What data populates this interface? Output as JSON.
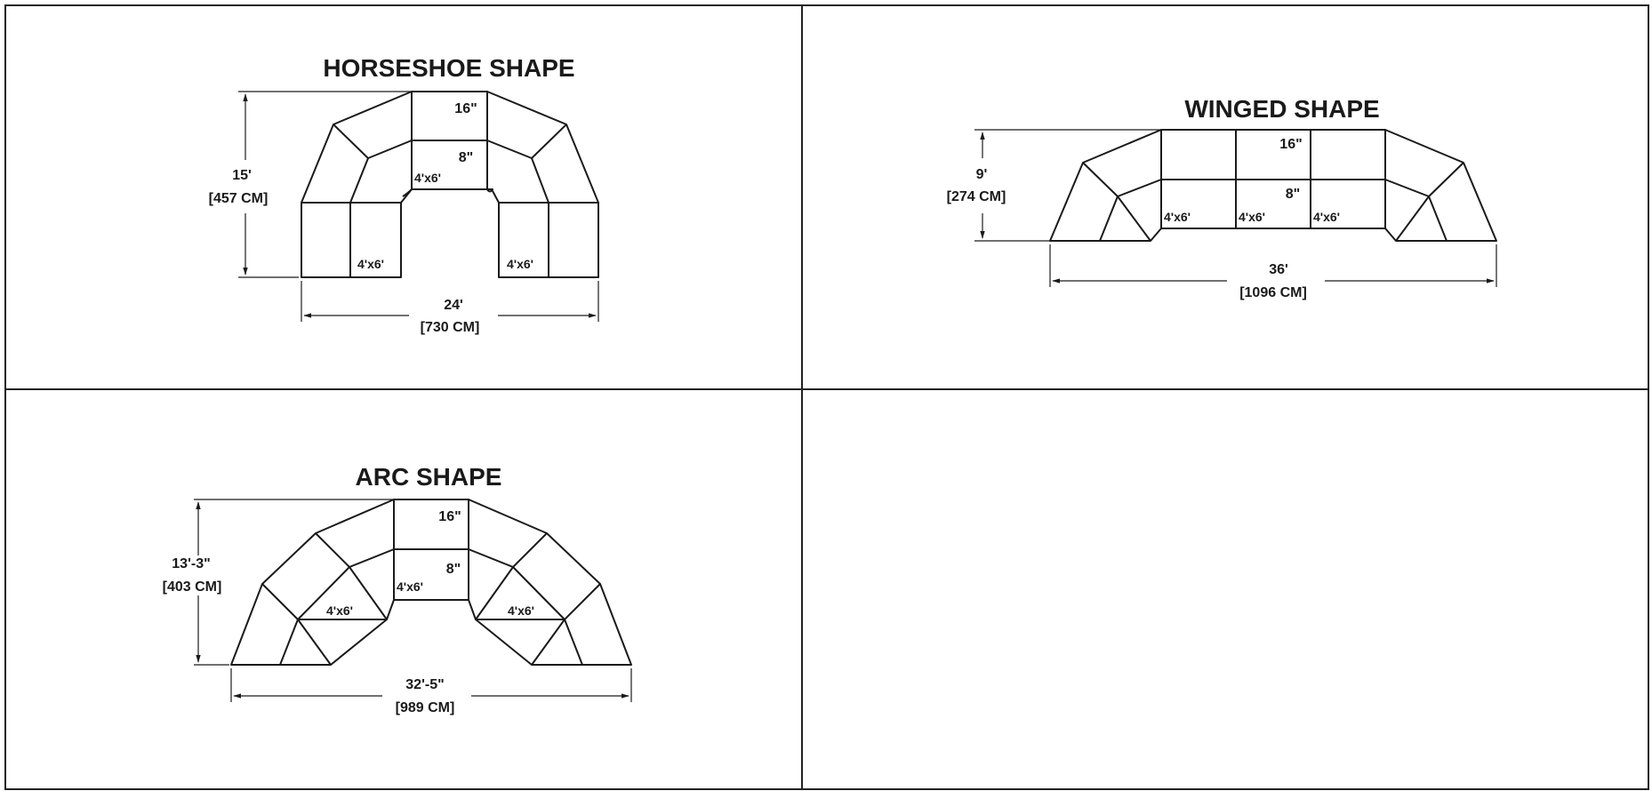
{
  "horseshoe": {
    "title": "HORSESHOE SHAPE",
    "riser_16": "16\"",
    "riser_8": "8\"",
    "deck_center": "4'x6'",
    "deck_left": "4'x6'",
    "deck_right": "4'x6'",
    "height_ft": "15'",
    "height_cm": "[457 CM]",
    "width_ft": "24'",
    "width_cm": "[730 CM]"
  },
  "winged": {
    "title": "WINGED SHAPE",
    "riser_16": "16\"",
    "riser_8": "8\"",
    "deck_1": "4'x6'",
    "deck_2": "4'x6'",
    "deck_3": "4'x6'",
    "height_ft": "9'",
    "height_cm": "[274 CM]",
    "width_ft": "36'",
    "width_cm": "[1096 CM]"
  },
  "arc": {
    "title": "ARC SHAPE",
    "riser_16": "16\"",
    "riser_8": "8\"",
    "deck_center": "4'x6'",
    "deck_left": "4'x6'",
    "deck_right": "4'x6'",
    "height_ft": "13'-3\"",
    "height_cm": "[403 CM]",
    "width_ft": "32'-5\"",
    "width_cm": "[989 CM]"
  }
}
